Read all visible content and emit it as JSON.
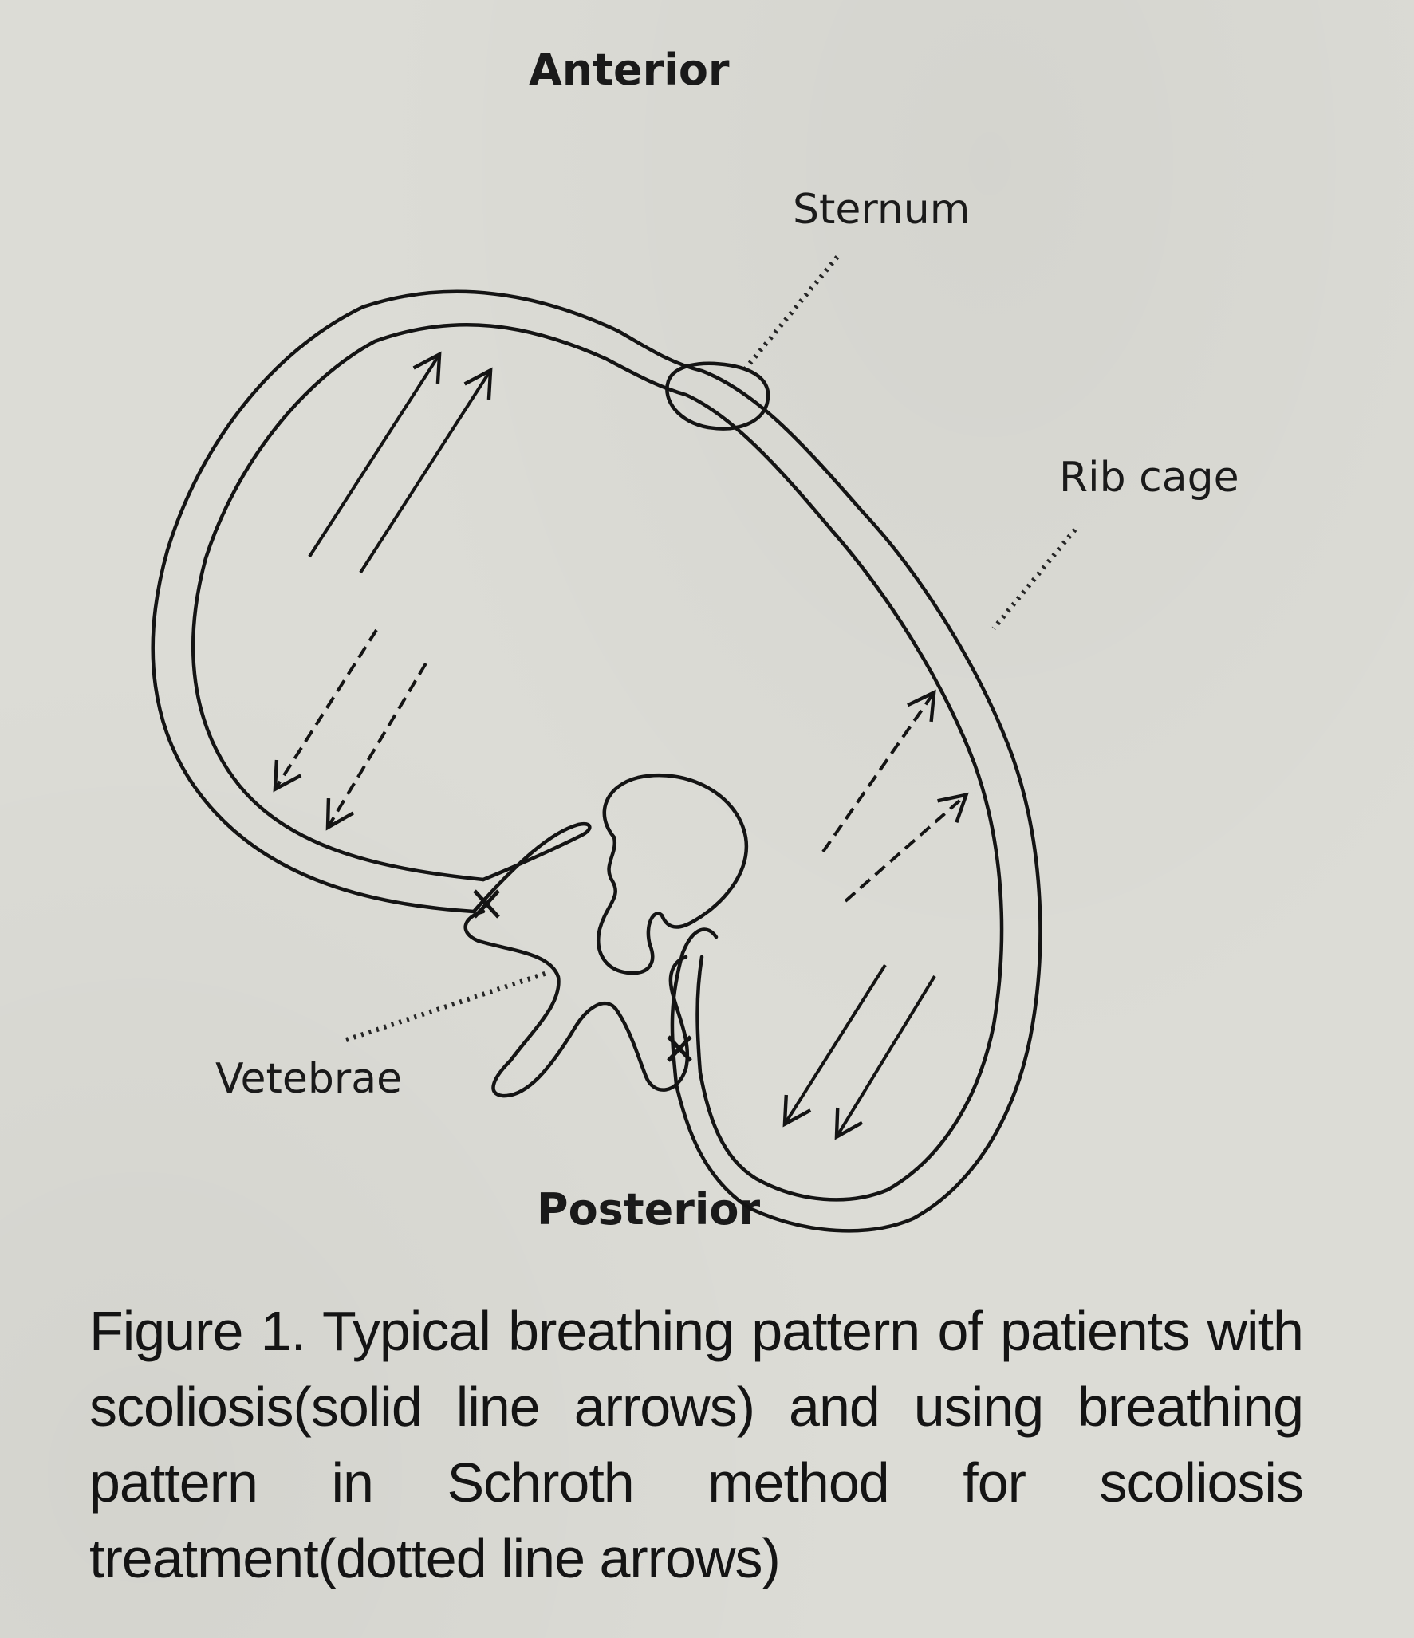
{
  "labels": {
    "anterior": "Anterior",
    "sternum": "Sternum",
    "rib_cage": "Rib cage",
    "vertebrae": "Vetebrae",
    "posterior": "Posterior"
  },
  "caption": "Figure 1. Typical breathing pattern of patients with scoliosis(solid line arrows) and using breathing pattern in Schroth method for scoliosis treatment(dotted line arrows)"
}
